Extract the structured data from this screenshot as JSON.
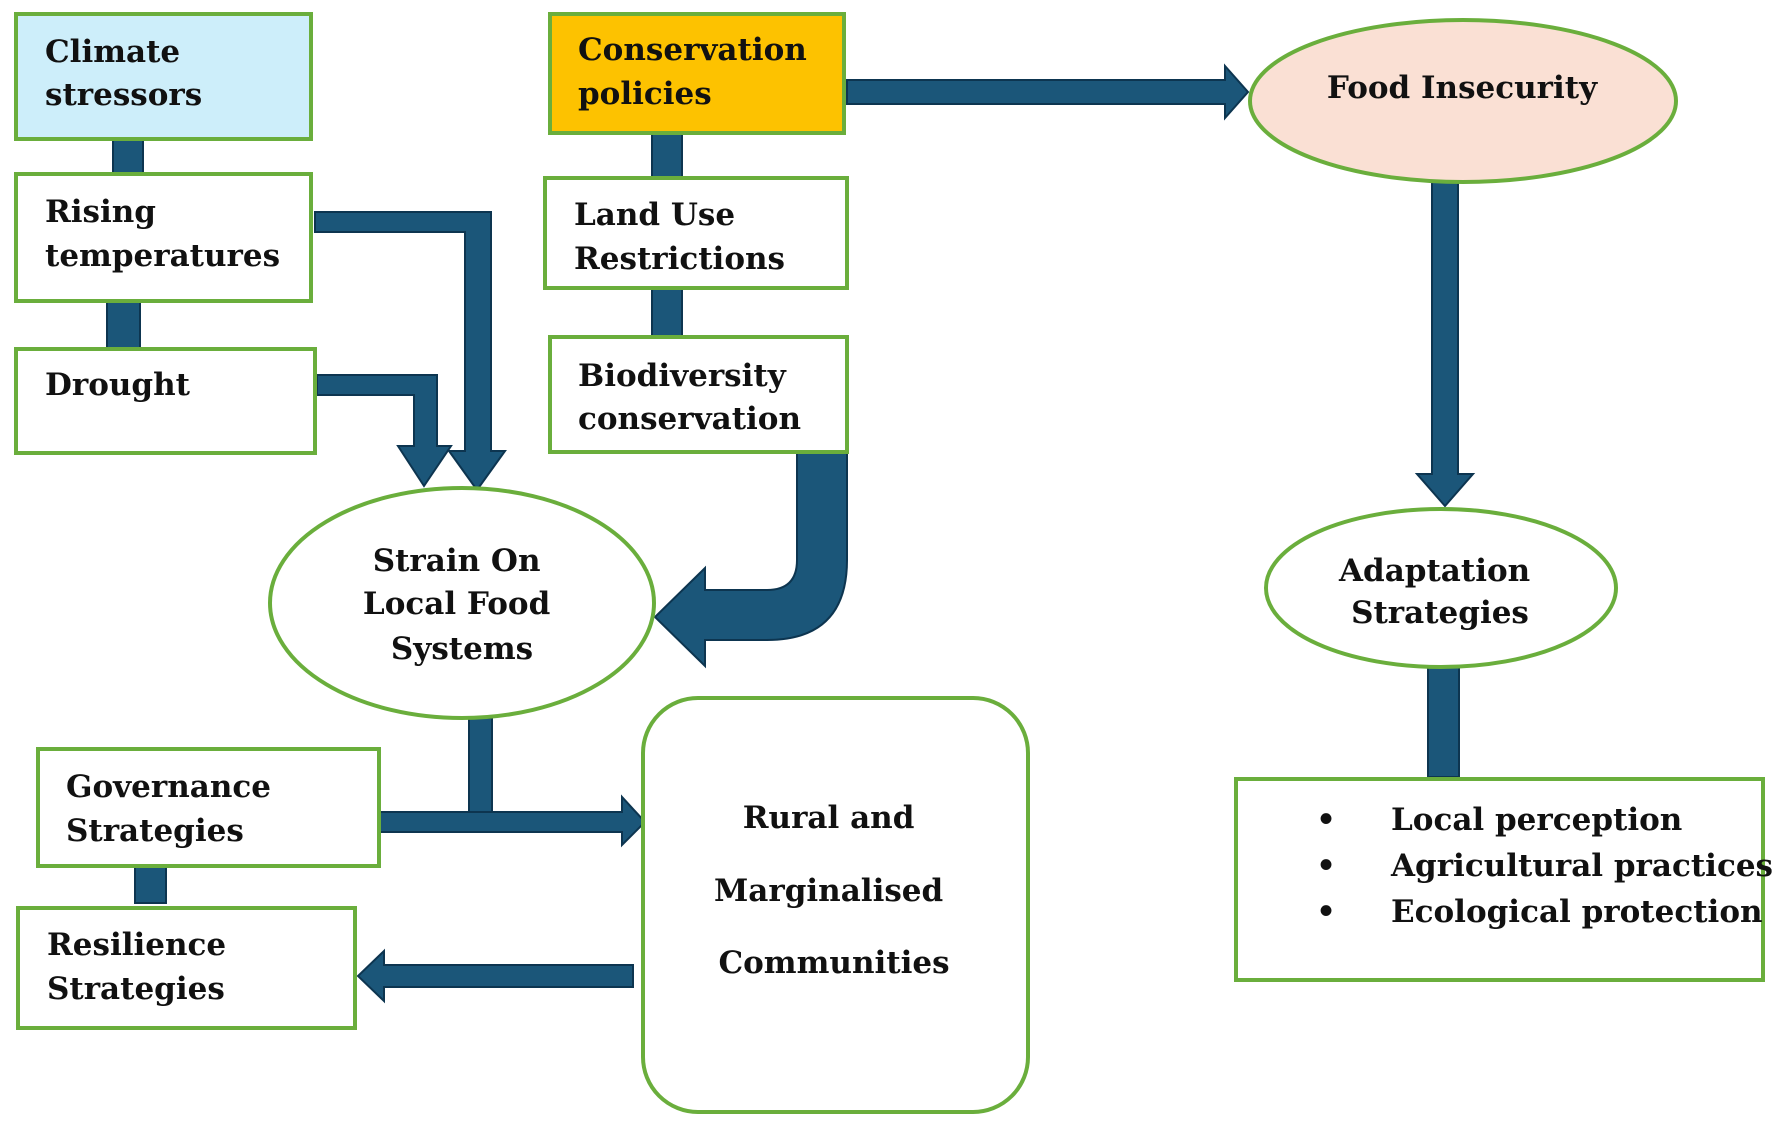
{
  "colors": {
    "box_border": "#6aae3c",
    "connector": "#1b5679",
    "connector_outline": "#0d3550",
    "climate_fill": "#cdeefa",
    "conservation_fill": "#fdc200",
    "food_insecurity_fill": "#fae0d4",
    "default_fill": "#ffffff"
  },
  "nodes": {
    "climate_stressors": [
      "Climate",
      "stressors"
    ],
    "rising_temperatures": [
      "Rising",
      "temperatures"
    ],
    "drought": [
      "Drought"
    ],
    "conservation_policies": [
      "Conservation",
      "policies"
    ],
    "land_use_restrictions": [
      "Land Use",
      "Restrictions"
    ],
    "biodiversity_conservation": [
      "Biodiversity",
      "conservation"
    ],
    "food_insecurity": [
      "Food Insecurity"
    ],
    "strain_on_local_food_systems": [
      "Strain On",
      "Local Food",
      "Systems"
    ],
    "adaptation_strategies": [
      "Adaptation",
      "Strategies"
    ],
    "governance_strategies": [
      "Governance",
      "Strategies"
    ],
    "resilience_strategies": [
      "Resilience",
      "Strategies"
    ],
    "rural_and_marginalised_communities": [
      "Rural and",
      "Marginalised",
      "Communities"
    ],
    "adaptation_outcomes": {
      "bullet": "•",
      "items": [
        "Local perception",
        "Agricultural practices",
        "Ecological protection"
      ]
    }
  }
}
